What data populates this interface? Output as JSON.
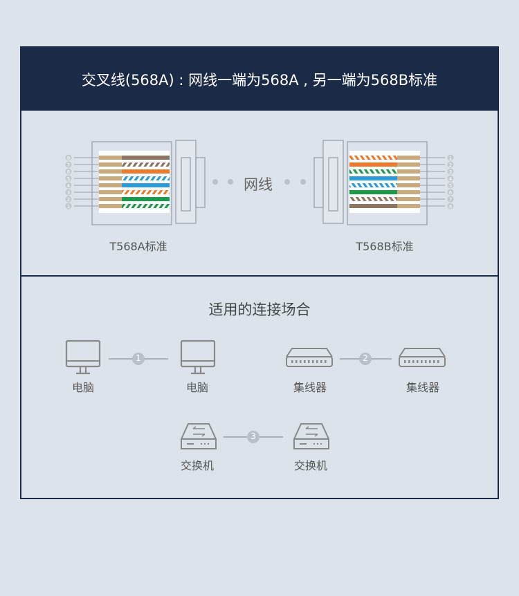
{
  "header": {
    "title": "交叉线(568A) : 网线一端为568A , 另一端为568B标准"
  },
  "diagram": {
    "left_connector": {
      "label": "T568A标准",
      "pins": [
        "8",
        "7",
        "6",
        "5",
        "4",
        "3",
        "2",
        "1"
      ],
      "wires": [
        "brown",
        "white-brown",
        "orange",
        "white-blue",
        "blue",
        "white-orange",
        "green",
        "white-green"
      ]
    },
    "right_connector": {
      "label": "T568B标准",
      "pins": [
        "1",
        "2",
        "3",
        "4",
        "5",
        "6",
        "7",
        "8"
      ],
      "wires": [
        "white-orange",
        "orange",
        "white-green",
        "blue",
        "white-blue",
        "green",
        "white-brown",
        "brown"
      ]
    },
    "cable_label": "网线"
  },
  "colors": {
    "brown": "#8e7560",
    "orange": "#ec7a2c",
    "blue": "#2b9ad8",
    "green": "#1b9a4a",
    "gold": "#c8aa7c",
    "navy": "#1b2a47"
  },
  "usage": {
    "title": "适用的连接场合",
    "pairs": [
      {
        "number": "1",
        "left": "电脑",
        "right": "电脑",
        "icon": "monitor"
      },
      {
        "number": "2",
        "left": "集线器",
        "right": "集线器",
        "icon": "hub"
      },
      {
        "number": "3",
        "left": "交换机",
        "right": "交换机",
        "icon": "switch"
      }
    ]
  }
}
